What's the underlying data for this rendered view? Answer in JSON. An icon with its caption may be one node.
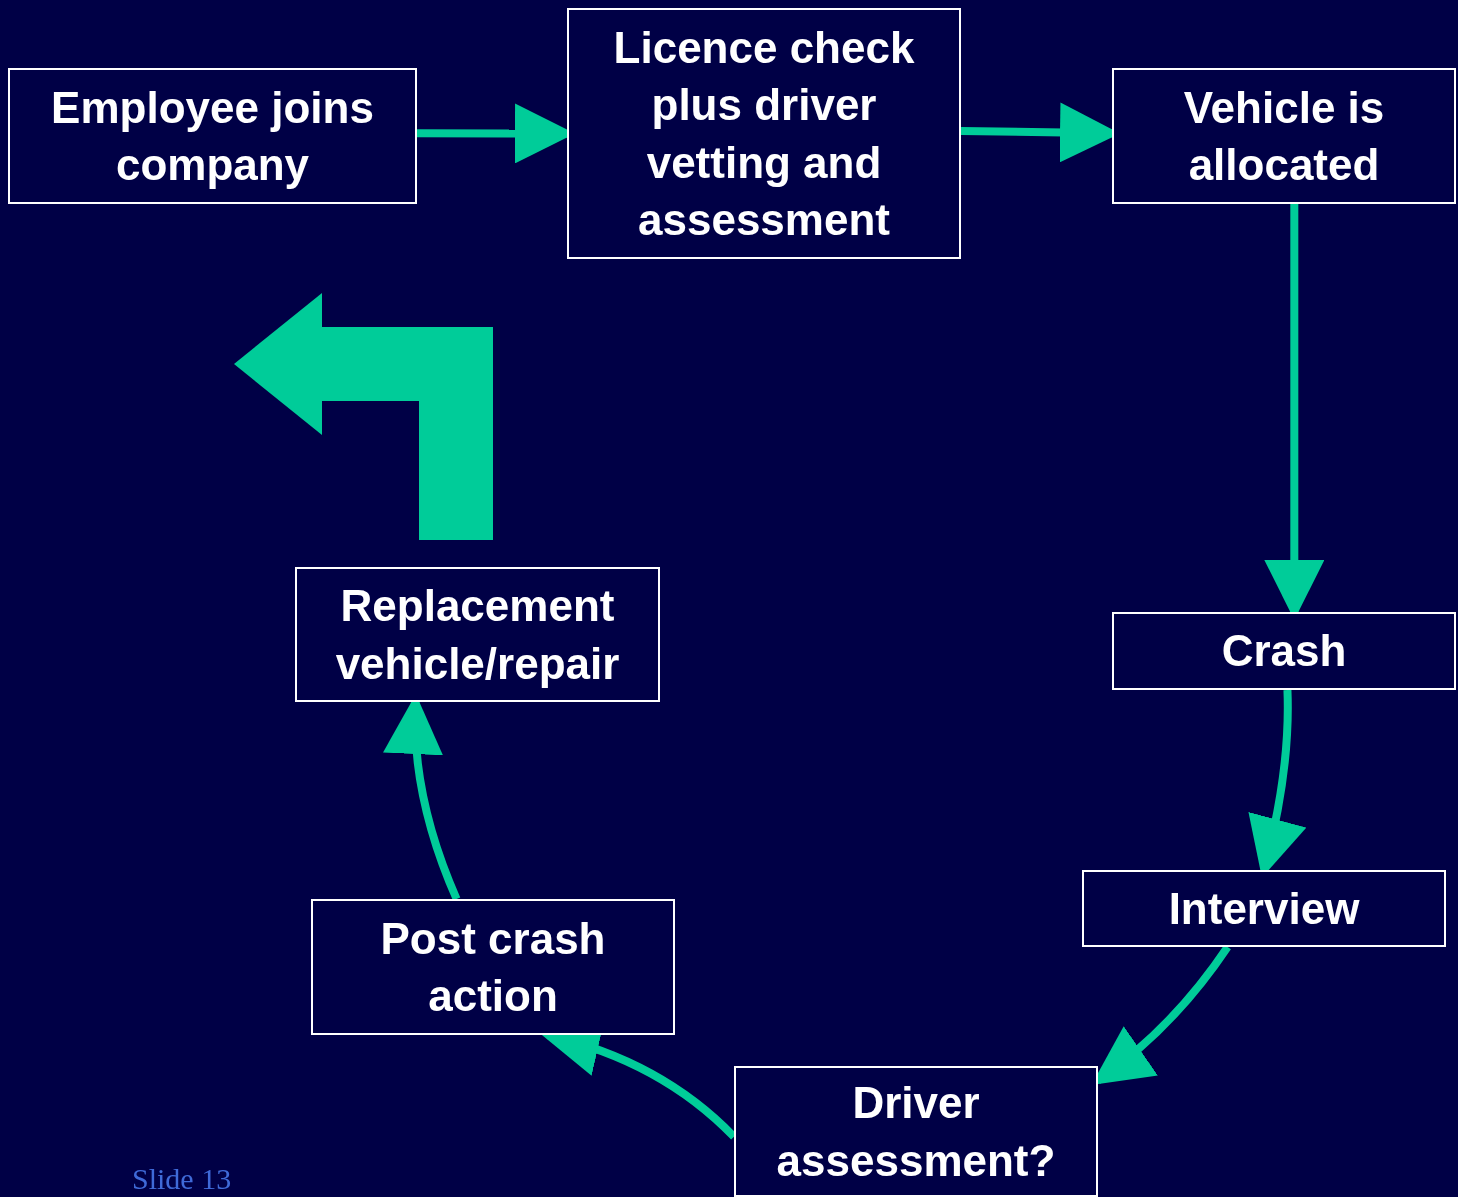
{
  "diagram": {
    "nodes": [
      {
        "text": [
          "Employee joins company"
        ]
      },
      {
        "text": [
          "Licence check plus driver vetting and assessment"
        ]
      },
      {
        "text": [
          "Vehicle is allocated"
        ]
      },
      {
        "text": [
          "Crash"
        ]
      },
      {
        "text": [
          "Interview"
        ]
      },
      {
        "text": [
          "Driver assessment?"
        ]
      },
      {
        "text": [
          "Post crash action"
        ]
      },
      {
        "text": [
          "Replacement vehicle/repair"
        ]
      }
    ],
    "edges": [
      {
        "from": 0,
        "to": 1,
        "arrow": "to"
      },
      {
        "from": 1,
        "to": 2,
        "arrow": "to"
      },
      {
        "from": 2,
        "to": 3,
        "arrow": "to"
      },
      {
        "from": 3,
        "to": 4,
        "arrow": "to"
      },
      {
        "from": 4,
        "to": 5,
        "arrow": "to"
      },
      {
        "from": 5,
        "to": 6,
        "arrow": "to"
      },
      {
        "from": 6,
        "to": 7,
        "arrow": "to"
      }
    ],
    "labels": [
      "Slide 13"
    ]
  }
}
